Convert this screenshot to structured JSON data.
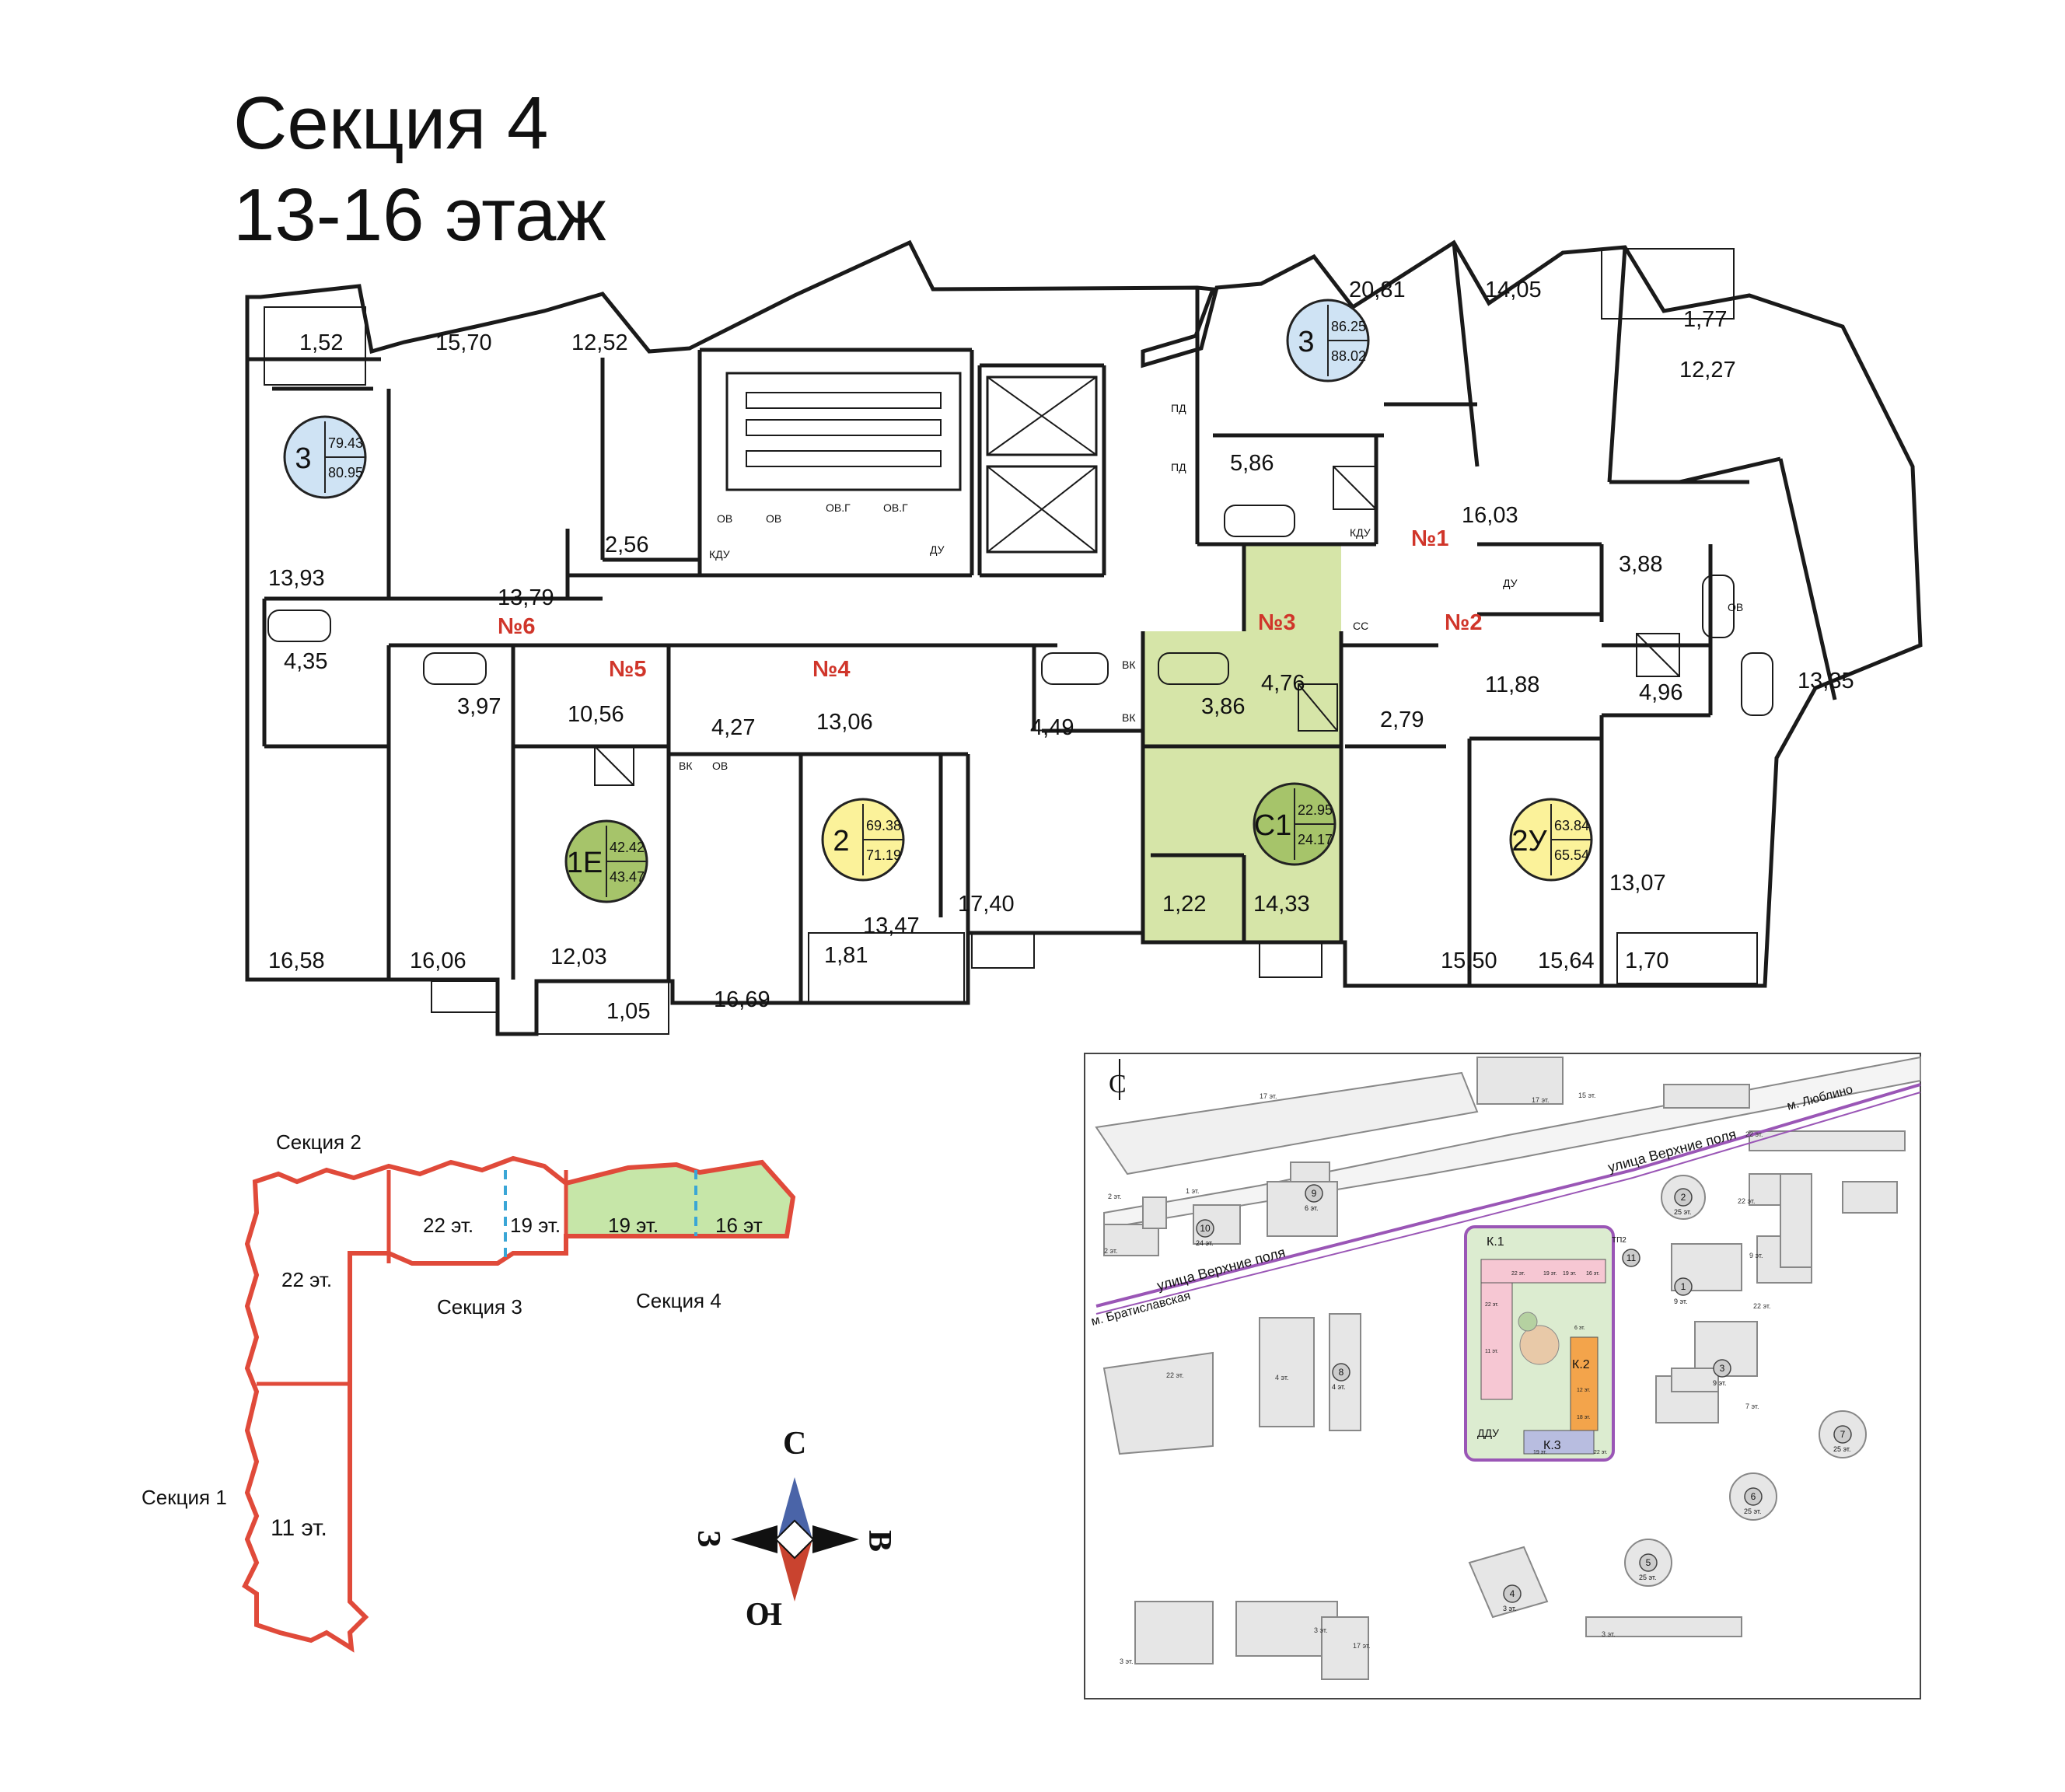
{
  "header": {
    "section_title": "Секция 4",
    "floors_title": "13-16 этаж"
  },
  "colors": {
    "wall": "#1a1a1a",
    "selected_unit": "#d6e5a8",
    "badge_blue": "#cfe3f4",
    "badge_yellow": "#fbf29a",
    "badge_green": "#a6c46a",
    "badge_green_light": "#b9d48a",
    "section_outline": "#e04a3a",
    "section_fill_selected": "#c6e6a8",
    "divider_dashed": "#3aa6d6",
    "compass_north": "#4a64a8",
    "compass_south": "#c9432f",
    "apartment_number": "#d0352a",
    "map_road_purple": "#9a56b6"
  },
  "floorplan": {
    "areas": [
      {
        "id": "a1",
        "text": "1,52"
      },
      {
        "id": "a2",
        "text": "15,70"
      },
      {
        "id": "a3",
        "text": "12,52"
      },
      {
        "id": "a4",
        "text": "20,81"
      },
      {
        "id": "a5",
        "text": "14,05"
      },
      {
        "id": "a6",
        "text": "1,77"
      },
      {
        "id": "a7",
        "text": "12,27"
      },
      {
        "id": "a8",
        "text": "5,86"
      },
      {
        "id": "a9",
        "text": "16,03"
      },
      {
        "id": "a10",
        "text": "2,56"
      },
      {
        "id": "a11",
        "text": "13,93"
      },
      {
        "id": "a12",
        "text": "13,79"
      },
      {
        "id": "a13",
        "text": "4,35"
      },
      {
        "id": "a14",
        "text": "3,97"
      },
      {
        "id": "a15",
        "text": "10,56"
      },
      {
        "id": "a16",
        "text": "4,27"
      },
      {
        "id": "a17",
        "text": "13,06"
      },
      {
        "id": "a18",
        "text": "4,49"
      },
      {
        "id": "a19",
        "text": "3,86"
      },
      {
        "id": "a20",
        "text": "4,76"
      },
      {
        "id": "a21",
        "text": "2,79"
      },
      {
        "id": "a22",
        "text": "11,88"
      },
      {
        "id": "a23",
        "text": "3,88"
      },
      {
        "id": "a24",
        "text": "4,96"
      },
      {
        "id": "a25",
        "text": "13,35"
      },
      {
        "id": "a26",
        "text": "13,07"
      },
      {
        "id": "a27",
        "text": "17,40"
      },
      {
        "id": "a28",
        "text": "1,22"
      },
      {
        "id": "a29",
        "text": "14,33"
      },
      {
        "id": "a30",
        "text": "13,47"
      },
      {
        "id": "a31",
        "text": "1,81"
      },
      {
        "id": "a32",
        "text": "16,58"
      },
      {
        "id": "a33",
        "text": "16,06"
      },
      {
        "id": "a34",
        "text": "12,03"
      },
      {
        "id": "a35",
        "text": "1,05"
      },
      {
        "id": "a36",
        "text": "16,69"
      },
      {
        "id": "a37",
        "text": "15,50"
      },
      {
        "id": "a38",
        "text": "15,64"
      },
      {
        "id": "a39",
        "text": "1,70"
      }
    ],
    "apartment_numbers": [
      "№1",
      "№2",
      "№3",
      "№4",
      "№5",
      "№6"
    ],
    "units": [
      {
        "rooms": "3",
        "area_living": "79.43",
        "area_total": "80.95"
      },
      {
        "rooms": "3",
        "area_living": "86.25",
        "area_total": "88.02"
      },
      {
        "rooms": "1Е",
        "area_living": "42.42",
        "area_total": "43.47"
      },
      {
        "rooms": "2",
        "area_living": "69.38",
        "area_total": "71.19"
      },
      {
        "rooms": "С1",
        "area_living": "22.95",
        "area_total": "24.17"
      },
      {
        "rooms": "2У",
        "area_living": "63.84",
        "area_total": "65.54"
      }
    ],
    "small_marks": {
      "kdu": "КДУ",
      "ov": "ОВ",
      "ovg": "ОВ.Г",
      "du": "ДУ",
      "vk": "ВК",
      "pd": "ПД",
      "ss": "СС"
    }
  },
  "key_plan": {
    "sections": [
      {
        "name": "Секция 1",
        "floors": [
          "22 эт.",
          "11 эт."
        ]
      },
      {
        "name": "Секция 2",
        "floors": []
      },
      {
        "name": "Секция 3",
        "floors": [
          "22 эт.",
          "19 эт."
        ]
      },
      {
        "name": "Секция 4",
        "floors": [
          "19 эт.",
          "16 эт"
        ]
      }
    ]
  },
  "compass": {
    "north": "С",
    "south": "Ю",
    "west": "З",
    "east": "В"
  },
  "site_map": {
    "streets": [
      "улица Верхние поля",
      "улица Верхние поля"
    ],
    "metro": [
      "м. Люблино",
      "м. Братиславская"
    ],
    "corpus": [
      "К.1",
      "К.2",
      "К.3"
    ],
    "ddu": "ДДУ",
    "tp": "ТП2",
    "buildings": [
      {
        "num": "1",
        "floors": "9 эт."
      },
      {
        "num": "2",
        "floors": "25 эт."
      },
      {
        "num": "3",
        "floors": "9 эт."
      },
      {
        "num": "4",
        "floors": "3 эт."
      },
      {
        "num": "5",
        "floors": "25 эт."
      },
      {
        "num": "6",
        "floors": "25 эт."
      },
      {
        "num": "7",
        "floors": "25 эт."
      },
      {
        "num": "8",
        "floors": "4 эт."
      },
      {
        "num": "9",
        "floors": "6 эт."
      },
      {
        "num": "10",
        "floors": "24 эт."
      },
      {
        "num": "11",
        "floors": ""
      }
    ],
    "floor_labels": [
      "17 эт.",
      "17 эт.",
      "15 эт.",
      "22 эт.",
      "22 эт.",
      "22 эт.",
      "9 эт.",
      "7 эт.",
      "2 эт.",
      "3 эт.",
      "17 эт.",
      "4 эт.",
      "22 эт.",
      "2 эт.",
      "1 эт.",
      "3 эт.",
      "3 эт."
    ],
    "complex_floors": [
      "22 эт.",
      "19 эт.",
      "19 эт.",
      "16 эт.",
      "22 эт.",
      "11 эт.",
      "6 эт.",
      "12 эт.",
      "18 эт.",
      "19 эт.",
      "22 эт."
    ]
  }
}
